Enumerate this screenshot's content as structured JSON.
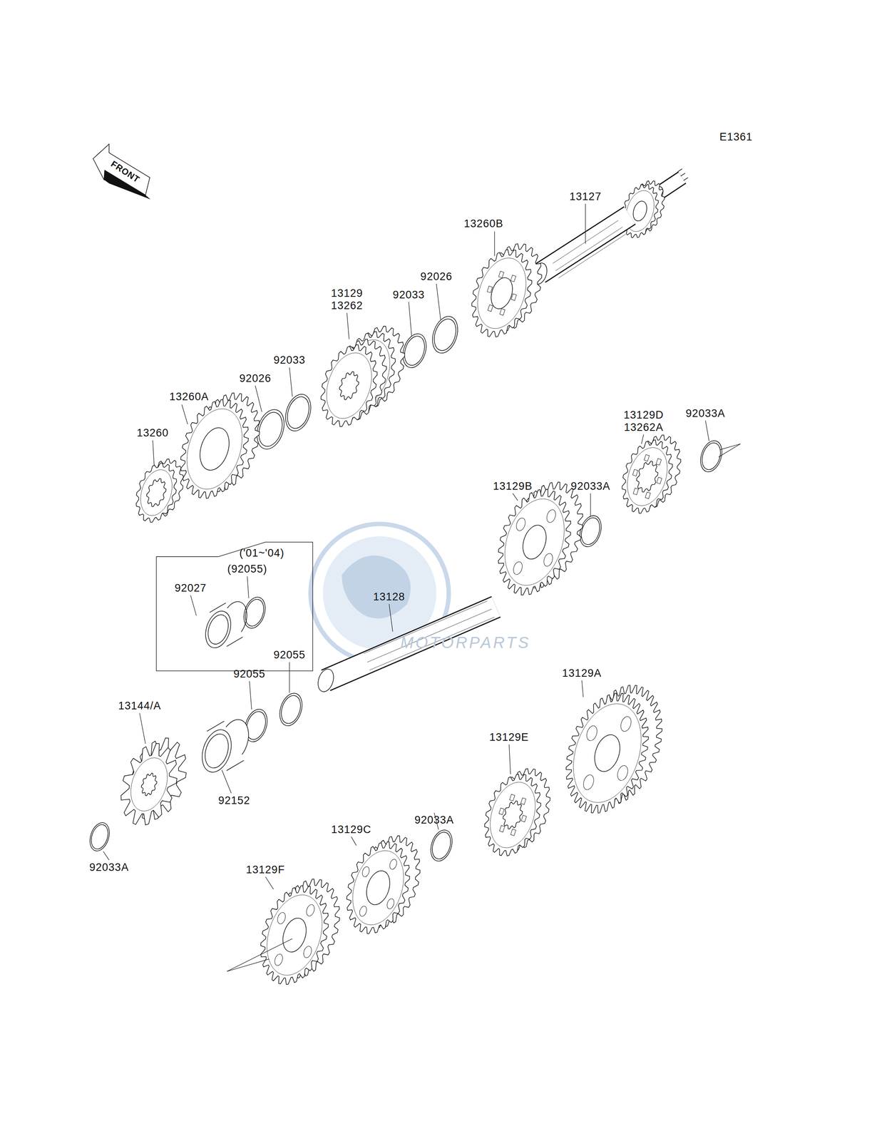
{
  "diagram": {
    "labels": [
      "E1361",
      "FRONT",
      "13127",
      "13260B",
      "92026",
      "13129",
      "13262",
      "92033",
      "92033",
      "92026",
      "13260A",
      "13260",
      "13129D",
      "13262A",
      "92033A",
      "13129B",
      "92033A",
      "('01~'04)",
      "(92055)",
      "92027",
      "13128",
      "92055",
      "92055",
      "13129A",
      "13144/A",
      "92152",
      "13129E",
      "92033A",
      "13129C",
      "13129F",
      "92033A",
      "MOTORPARTS"
    ]
  }
}
